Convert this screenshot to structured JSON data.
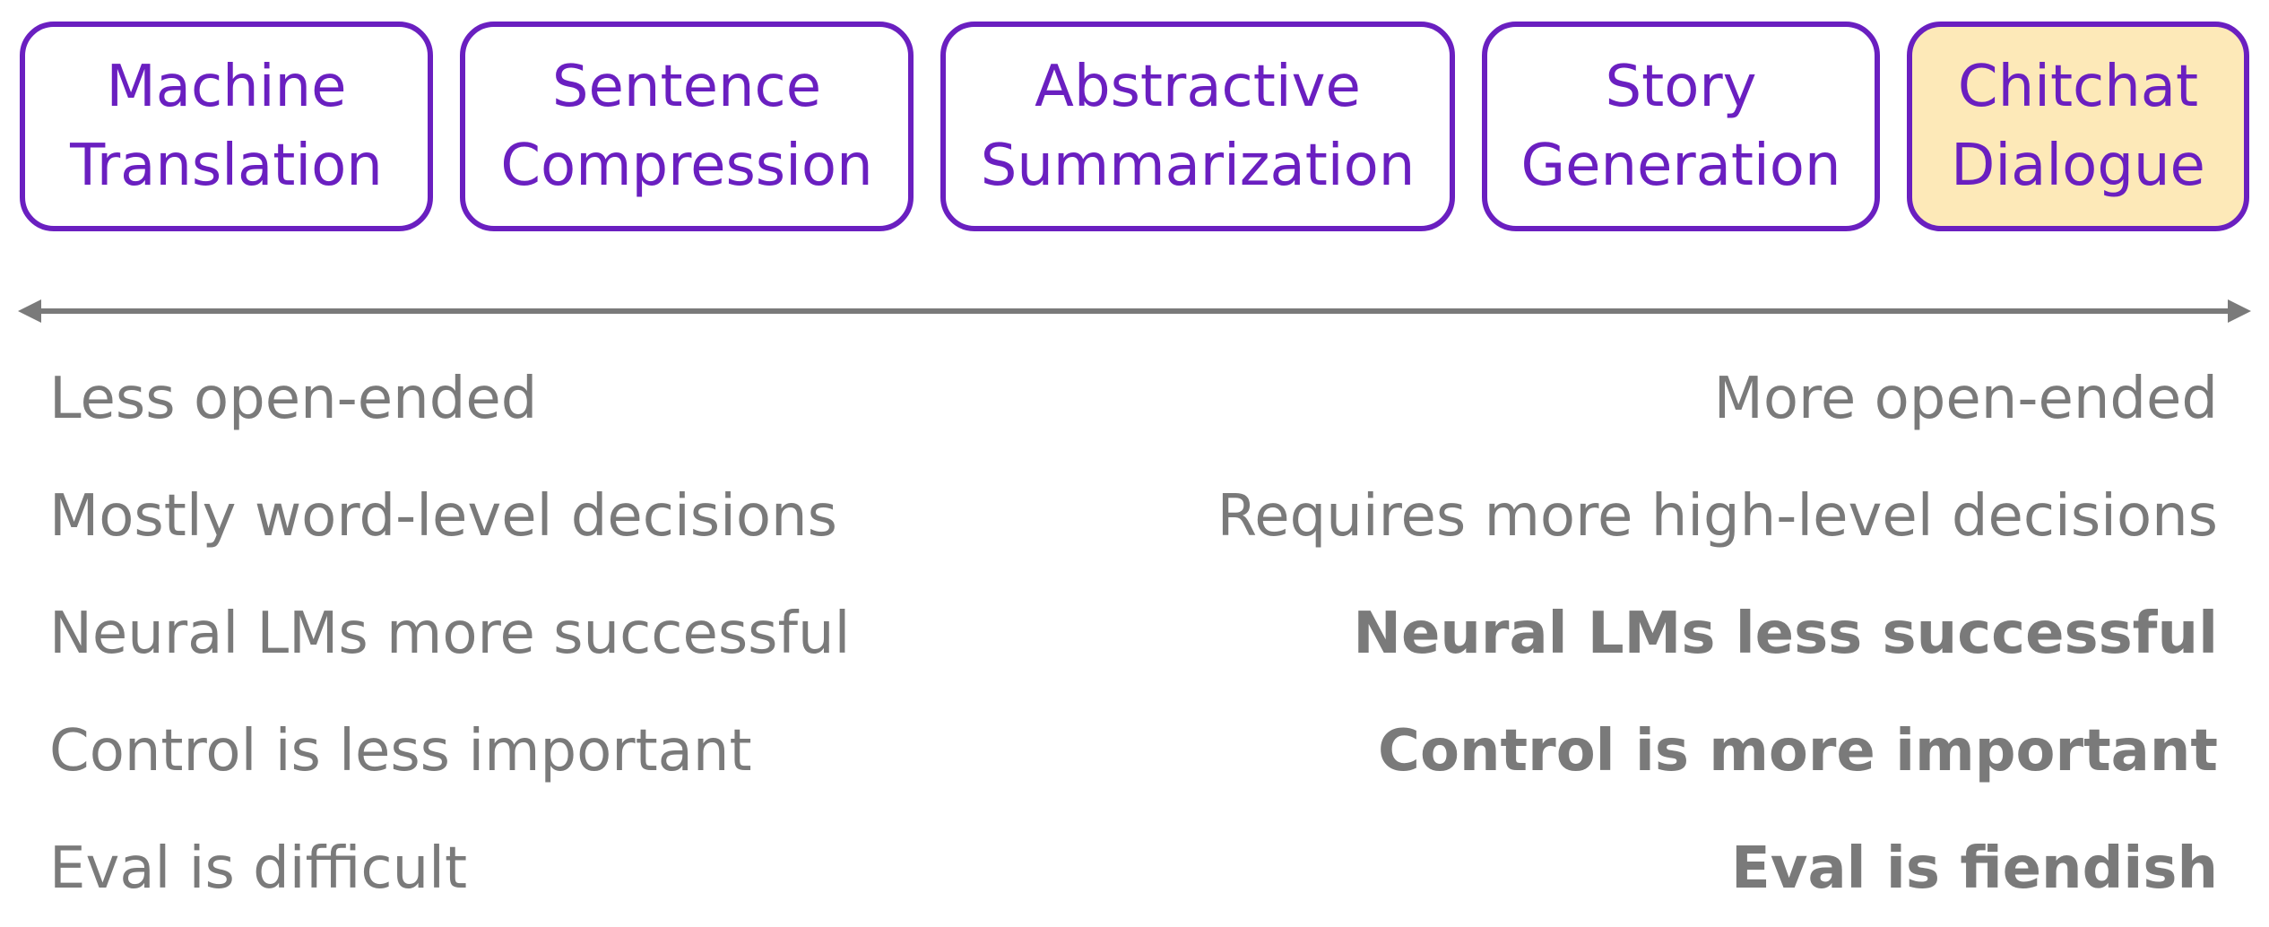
{
  "tasks": [
    {
      "label": "Machine\nTranslation"
    },
    {
      "label": "Sentence\nCompression"
    },
    {
      "label": "Abstractive\nSummarization"
    },
    {
      "label": "Story\nGeneration"
    },
    {
      "label": "Chitchat\nDialogue"
    }
  ],
  "highlighted_task": "Chitchat\nDialogue",
  "colors": {
    "box_border": "#6a1fc0",
    "box_text": "#6a1fc0",
    "highlight_fill": "#fde9b8",
    "axis": "#7a7a7a",
    "comparison_text": "#7a7a7a"
  },
  "left_column": [
    "Less open-ended",
    "Mostly word-level decisions",
    "Neural LMs more successful",
    "Control is less important",
    "Eval is difficult"
  ],
  "right_column": [
    "More open-ended",
    "Requires more high-level decisions",
    "Neural LMs less successful",
    "Control is more important",
    "Eval is fiendish"
  ]
}
